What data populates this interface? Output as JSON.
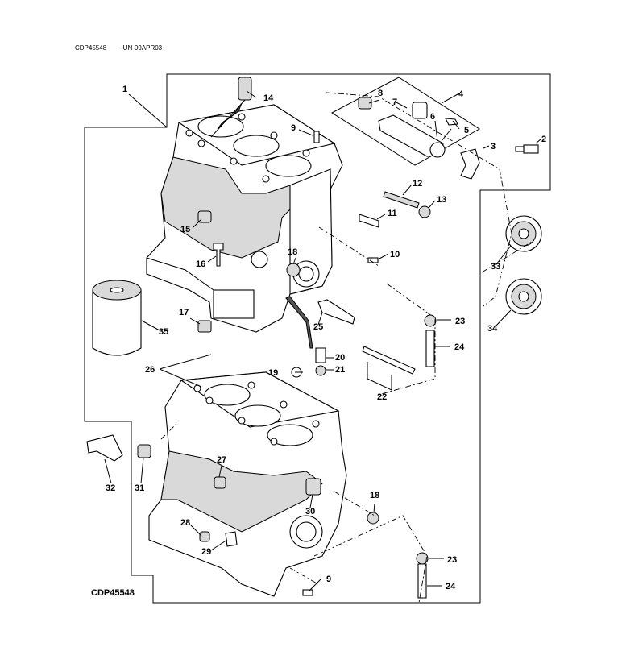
{
  "header": {
    "code": "CDP45548",
    "revision": "-UN-09APR03"
  },
  "caption": "CDP45548",
  "callouts": [
    {
      "id": "c1",
      "label": "1"
    },
    {
      "id": "c2",
      "label": "2"
    },
    {
      "id": "c3",
      "label": "3"
    },
    {
      "id": "c4",
      "label": "4"
    },
    {
      "id": "c5",
      "label": "5"
    },
    {
      "id": "c6",
      "label": "6"
    },
    {
      "id": "c7",
      "label": "7"
    },
    {
      "id": "c8",
      "label": "8"
    },
    {
      "id": "c9a",
      "label": "9"
    },
    {
      "id": "c9b",
      "label": "9"
    },
    {
      "id": "c10",
      "label": "10"
    },
    {
      "id": "c11",
      "label": "11"
    },
    {
      "id": "c12",
      "label": "12"
    },
    {
      "id": "c13",
      "label": "13"
    },
    {
      "id": "c14",
      "label": "14"
    },
    {
      "id": "c15",
      "label": "15"
    },
    {
      "id": "c16",
      "label": "16"
    },
    {
      "id": "c17",
      "label": "17"
    },
    {
      "id": "c18a",
      "label": "18"
    },
    {
      "id": "c18b",
      "label": "18"
    },
    {
      "id": "c19",
      "label": "19"
    },
    {
      "id": "c20",
      "label": "20"
    },
    {
      "id": "c21",
      "label": "21"
    },
    {
      "id": "c22",
      "label": "22"
    },
    {
      "id": "c23a",
      "label": "23"
    },
    {
      "id": "c23b",
      "label": "23"
    },
    {
      "id": "c24a",
      "label": "24"
    },
    {
      "id": "c24b",
      "label": "24"
    },
    {
      "id": "c25",
      "label": "25"
    },
    {
      "id": "c26",
      "label": "26"
    },
    {
      "id": "c27",
      "label": "27"
    },
    {
      "id": "c28",
      "label": "28"
    },
    {
      "id": "c29",
      "label": "29"
    },
    {
      "id": "c30",
      "label": "30"
    },
    {
      "id": "c31",
      "label": "31"
    },
    {
      "id": "c32",
      "label": "32"
    },
    {
      "id": "c33",
      "label": "33"
    },
    {
      "id": "c34",
      "label": "34"
    },
    {
      "id": "c35",
      "label": "35"
    }
  ]
}
